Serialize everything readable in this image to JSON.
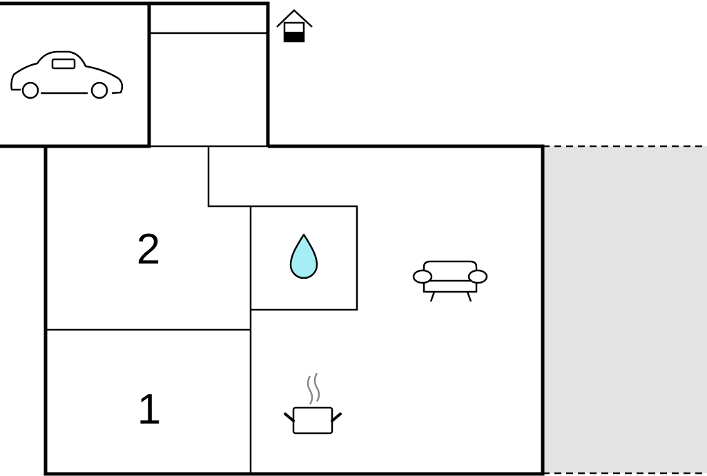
{
  "floor_plan": {
    "rooms": [
      {
        "label": "2",
        "type": "bedroom"
      },
      {
        "label": "1",
        "type": "bedroom"
      }
    ],
    "icons": {
      "garage": "car-icon",
      "entrance": "house-entrance-icon",
      "bathroom": "water-drop-icon",
      "living_room": "sofa-icon",
      "kitchen": "cooking-pot-icon"
    },
    "colors": {
      "walls": "#000000",
      "water_drop": "#a6eef5",
      "terrace": "#e3e3e3",
      "steam": "#888888"
    }
  }
}
